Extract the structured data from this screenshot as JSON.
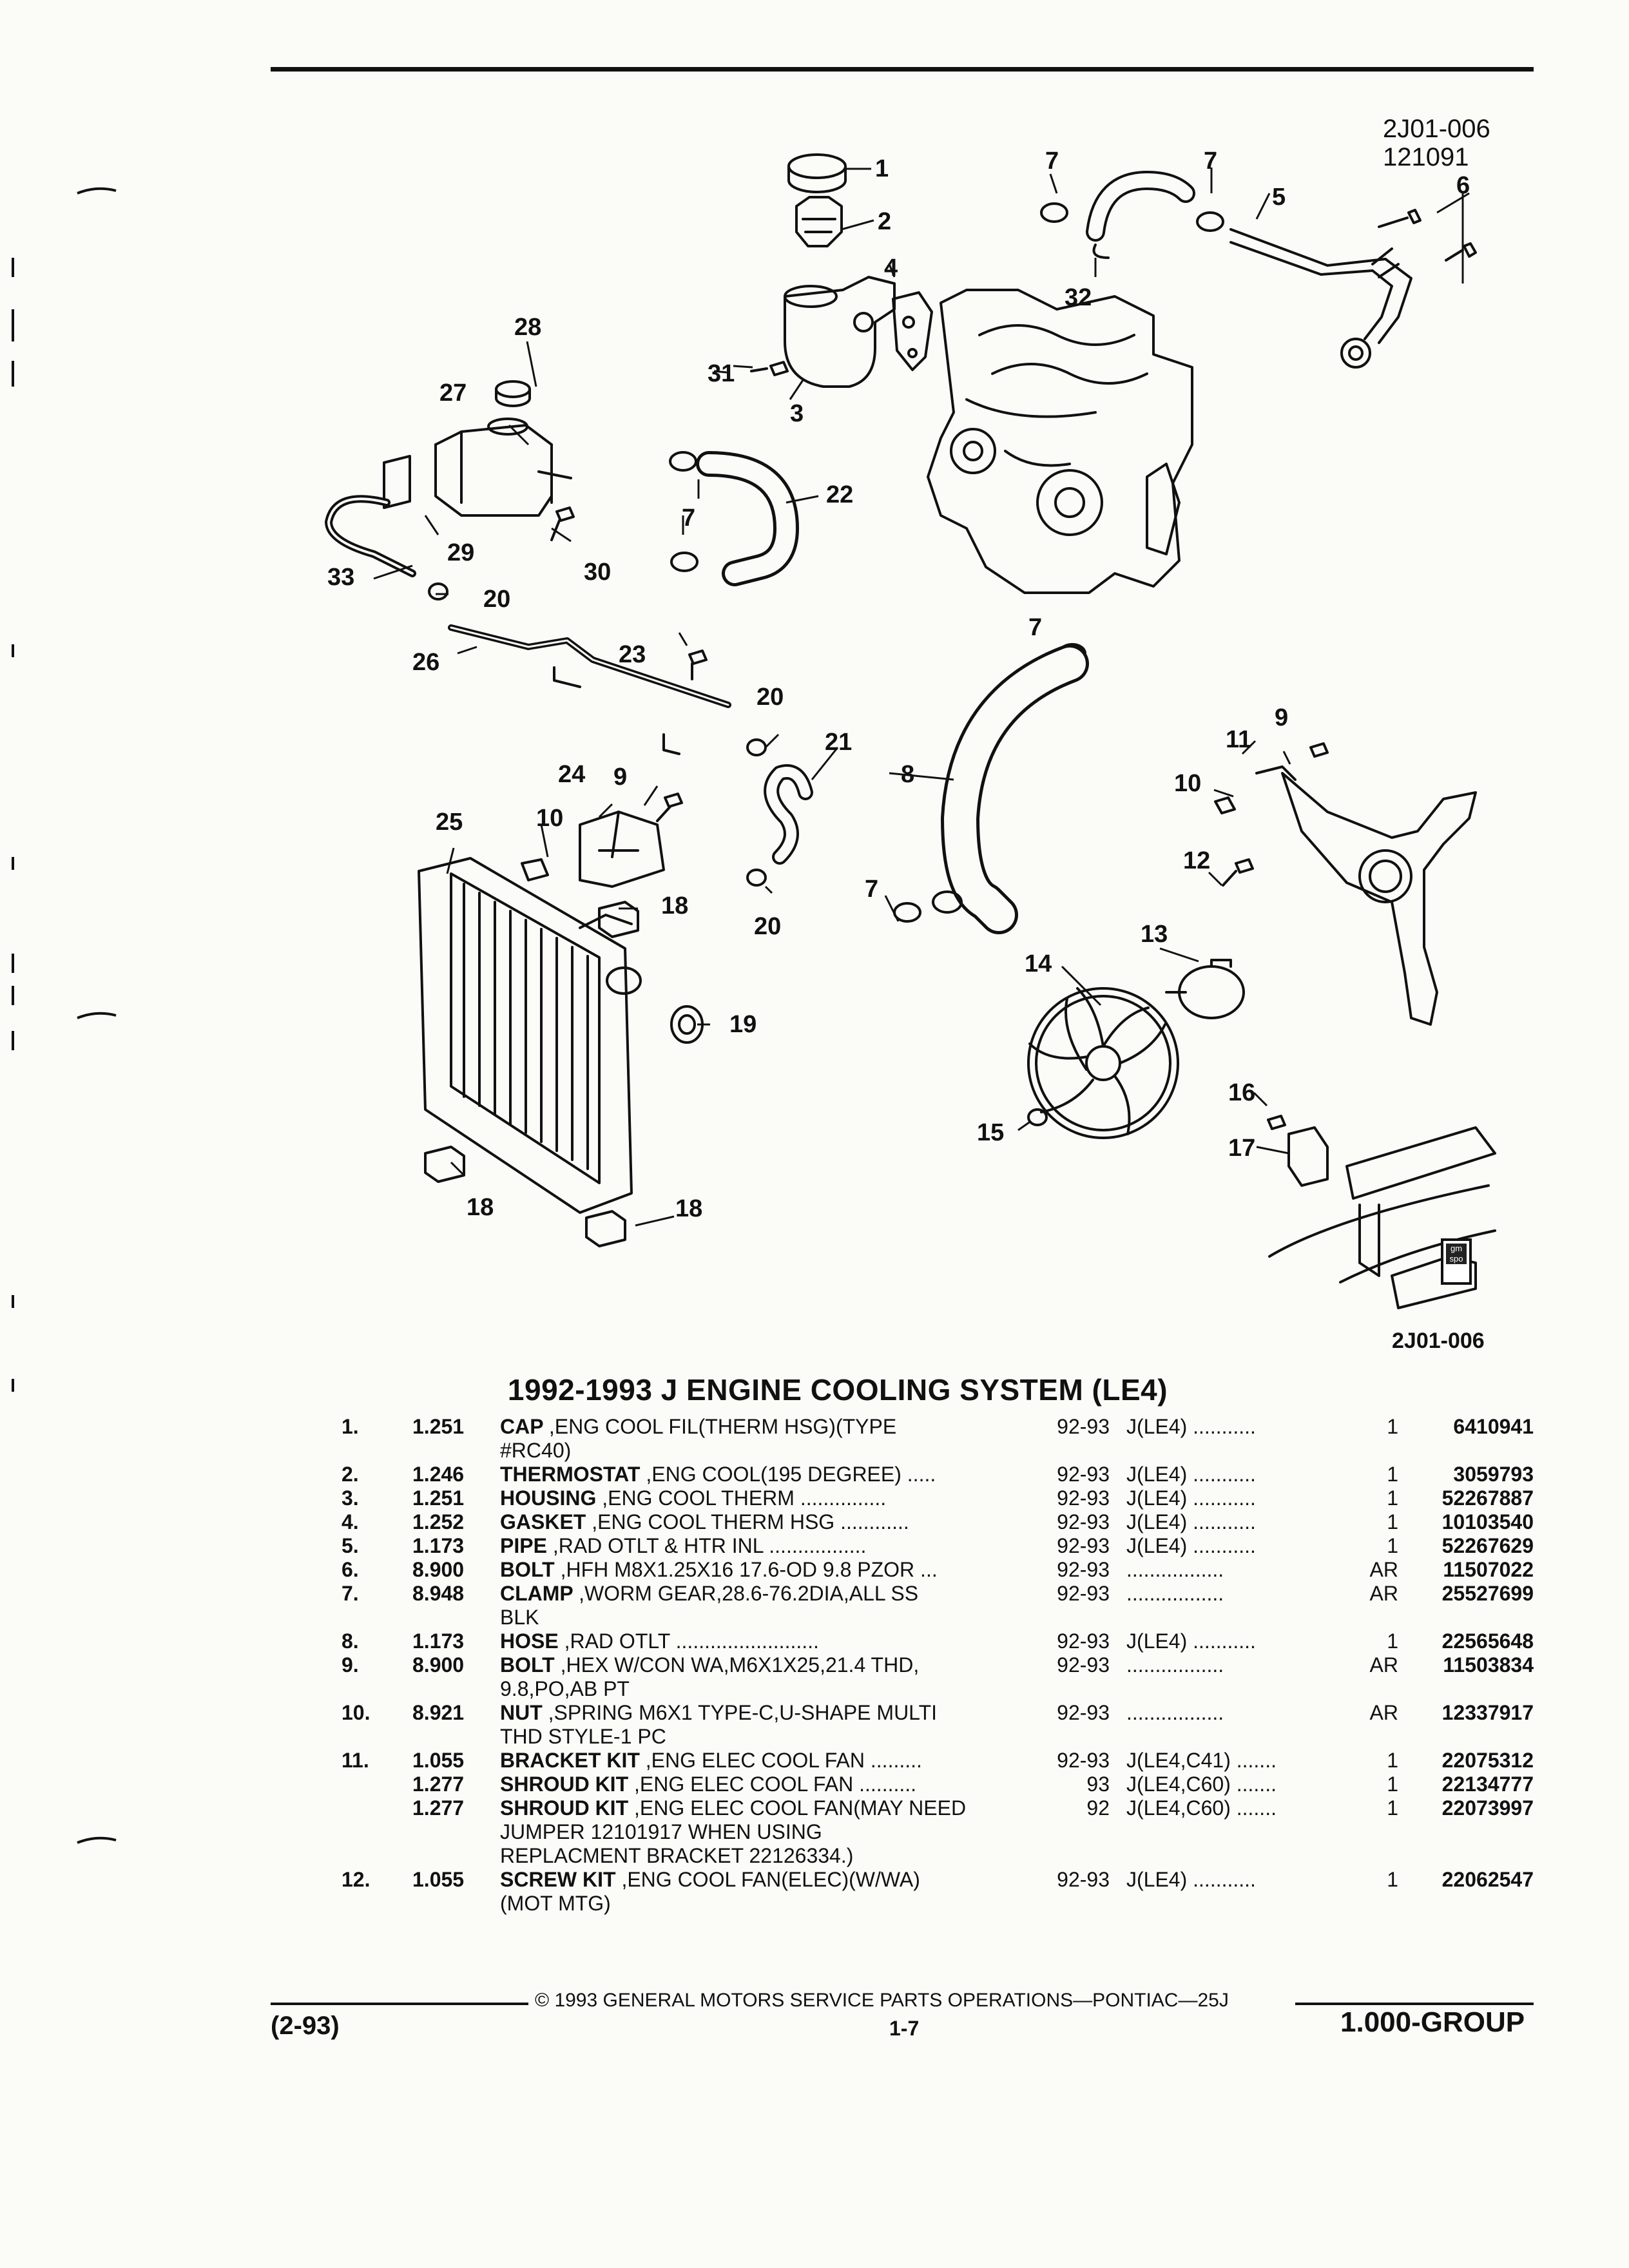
{
  "header": {
    "ref_code_line1": "2J01-006",
    "ref_code_line2": "121091"
  },
  "diagram": {
    "callouts": [
      "1",
      "2",
      "3",
      "4",
      "5",
      "6",
      "7",
      "7",
      "7",
      "7",
      "7",
      "8",
      "9",
      "9",
      "10",
      "10",
      "11",
      "12",
      "13",
      "14",
      "15",
      "16",
      "17",
      "18",
      "18",
      "18",
      "19",
      "20",
      "20",
      "20",
      "21",
      "22",
      "23",
      "24",
      "25",
      "26",
      "27",
      "28",
      "29",
      "30",
      "31",
      "32",
      "33"
    ],
    "figure_code": "2J01-006",
    "logo_text": "gm spo"
  },
  "section": {
    "title": "1992-1993 J ENGINE COOLING SYSTEM (LE4)"
  },
  "parts": [
    {
      "item": "1.",
      "group": "1.251",
      "name": "CAP",
      "desc": ",ENG COOL FIL(THERM HSG)(TYPE",
      "desc2": "#RC40)",
      "years": "92-93",
      "models": "J(LE4) ...........",
      "qty": "1",
      "part": "6410941"
    },
    {
      "item": "2.",
      "group": "1.246",
      "name": "THERMOSTAT",
      "desc": ",ENG COOL(195 DEGREE) .....",
      "years": "92-93",
      "models": "J(LE4) ...........",
      "qty": "1",
      "part": "3059793"
    },
    {
      "item": "3.",
      "group": "1.251",
      "name": "HOUSING",
      "desc": ",ENG COOL THERM ...............",
      "years": "92-93",
      "models": "J(LE4) ...........",
      "qty": "1",
      "part": "52267887"
    },
    {
      "item": "4.",
      "group": "1.252",
      "name": "GASKET",
      "desc": ",ENG COOL THERM HSG ............",
      "years": "92-93",
      "models": "J(LE4) ...........",
      "qty": "1",
      "part": "10103540"
    },
    {
      "item": "5.",
      "group": "1.173",
      "name": "PIPE",
      "desc": ",RAD OTLT & HTR INL .................",
      "years": "92-93",
      "models": "J(LE4) ...........",
      "qty": "1",
      "part": "52267629"
    },
    {
      "item": "6.",
      "group": "8.900",
      "name": "BOLT",
      "desc": ",HFH M8X1.25X16 17.6-OD 9.8 PZOR ...",
      "years": "92-93",
      "models": ".................",
      "qty": "AR",
      "part": "11507022"
    },
    {
      "item": "7.",
      "group": "8.948",
      "name": "CLAMP",
      "desc": ",WORM GEAR,28.6-76.2DIA,ALL SS",
      "desc2": "BLK",
      "years": "92-93",
      "models": ".................",
      "qty": "AR",
      "part": "25527699"
    },
    {
      "item": "8.",
      "group": "1.173",
      "name": "HOSE",
      "desc": ",RAD OTLT .........................",
      "years": "92-93",
      "models": "J(LE4) ...........",
      "qty": "1",
      "part": "22565648"
    },
    {
      "item": "9.",
      "group": "8.900",
      "name": "BOLT",
      "desc": ",HEX W/CON WA,M6X1X25,21.4 THD,",
      "desc2": "9.8,PO,AB PT",
      "years": "92-93",
      "models": ".................",
      "qty": "AR",
      "part": "11503834"
    },
    {
      "item": "10.",
      "group": "8.921",
      "name": "NUT",
      "desc": ",SPRING M6X1 TYPE-C,U-SHAPE MULTI",
      "desc2": "THD STYLE-1 PC",
      "years": "92-93",
      "models": ".................",
      "qty": "AR",
      "part": "12337917"
    },
    {
      "item": "11.",
      "group": "1.055",
      "name": "BRACKET KIT",
      "desc": ",ENG ELEC COOL FAN .........",
      "years": "92-93",
      "models": "J(LE4,C41) .......",
      "qty": "1",
      "part": "22075312"
    },
    {
      "item": "",
      "group": "1.277",
      "name": "SHROUD KIT",
      "desc": ",ENG ELEC COOL FAN ..........",
      "years": "93",
      "models": "J(LE4,C60) .......",
      "qty": "1",
      "part": "22134777"
    },
    {
      "item": "",
      "group": "1.277",
      "name": "SHROUD KIT",
      "desc": ",ENG ELEC COOL FAN(MAY NEED",
      "desc2": "JUMPER 12101917 WHEN USING",
      "desc3": "REPLACMENT BRACKET 22126334.)",
      "years": "92",
      "models": "J(LE4,C60) .......",
      "qty": "1",
      "part": "22073997"
    },
    {
      "item": "12.",
      "group": "1.055",
      "name": "SCREW KIT",
      "desc": ",ENG COOL FAN(ELEC)(W/WA)",
      "desc2": "(MOT MTG)",
      "years": "92-93",
      "models": "J(LE4) ...........",
      "qty": "1",
      "part": "22062547"
    }
  ],
  "footer": {
    "copyright": "© 1993 GENERAL MOTORS SERVICE PARTS OPERATIONS—PONTIAC—25J",
    "revision": "(2-93)",
    "page": "1-7",
    "group": "1.000-GROUP"
  }
}
